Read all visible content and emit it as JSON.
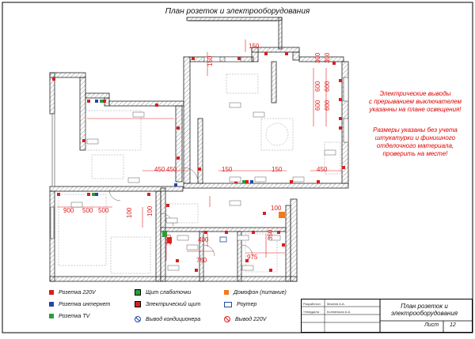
{
  "title": "План розеток и электрооборудования",
  "notes": [
    [
      "Электрические выводы",
      "с прерыванием выключателем",
      "указанны на плане освещения!"
    ],
    [
      "Размеры указаны без учета",
      "штукатурки и финишного",
      "отделочного материала,",
      "проверить на месте!"
    ]
  ],
  "legend": [
    {
      "label": "Розетка 220V",
      "symbol": "red-square-icon",
      "color": "#d62020"
    },
    {
      "label": "Розетка интернет",
      "symbol": "blue-square-icon",
      "color": "#1f49a8"
    },
    {
      "label": "Розетка TV",
      "symbol": "green-square-icon",
      "color": "#2a9c3a"
    },
    {
      "label": "Щит слаботочки",
      "symbol": "low-current-panel-icon",
      "color": "#2a9c3a"
    },
    {
      "label": "Электрический щит",
      "symbol": "electric-panel-icon",
      "color": "#d62020"
    },
    {
      "label": "Вывод кондиционера",
      "symbol": "ac-outlet-icon",
      "color": "#1f49a8"
    },
    {
      "label": "Домофон (питание)",
      "symbol": "intercom-icon",
      "color": "#f07a1a"
    },
    {
      "label": "Роутер",
      "symbol": "router-icon",
      "color": "#1f49a8"
    },
    {
      "label": "Вывод 220V",
      "symbol": "outlet-220-icon",
      "color": "#d62020"
    }
  ],
  "dimensions": [
    "150",
    "150",
    "300",
    "600",
    "600",
    "300",
    "600",
    "600",
    "450",
    "450",
    "150",
    "150",
    "450",
    "900",
    "500",
    "500",
    "100",
    "100",
    "400",
    "200",
    "750",
    "975",
    "350",
    "100"
  ],
  "stamp": {
    "rows": [
      {
        "role": "Разработал",
        "name": "Михеев А.А."
      },
      {
        "role": "Утвердила",
        "name": "Колпинская А.А."
      }
    ]
  },
  "sheet": {
    "title_line1": "План розеток и",
    "title_line2": "электрооборудования",
    "label": "Лист",
    "number": "12"
  }
}
